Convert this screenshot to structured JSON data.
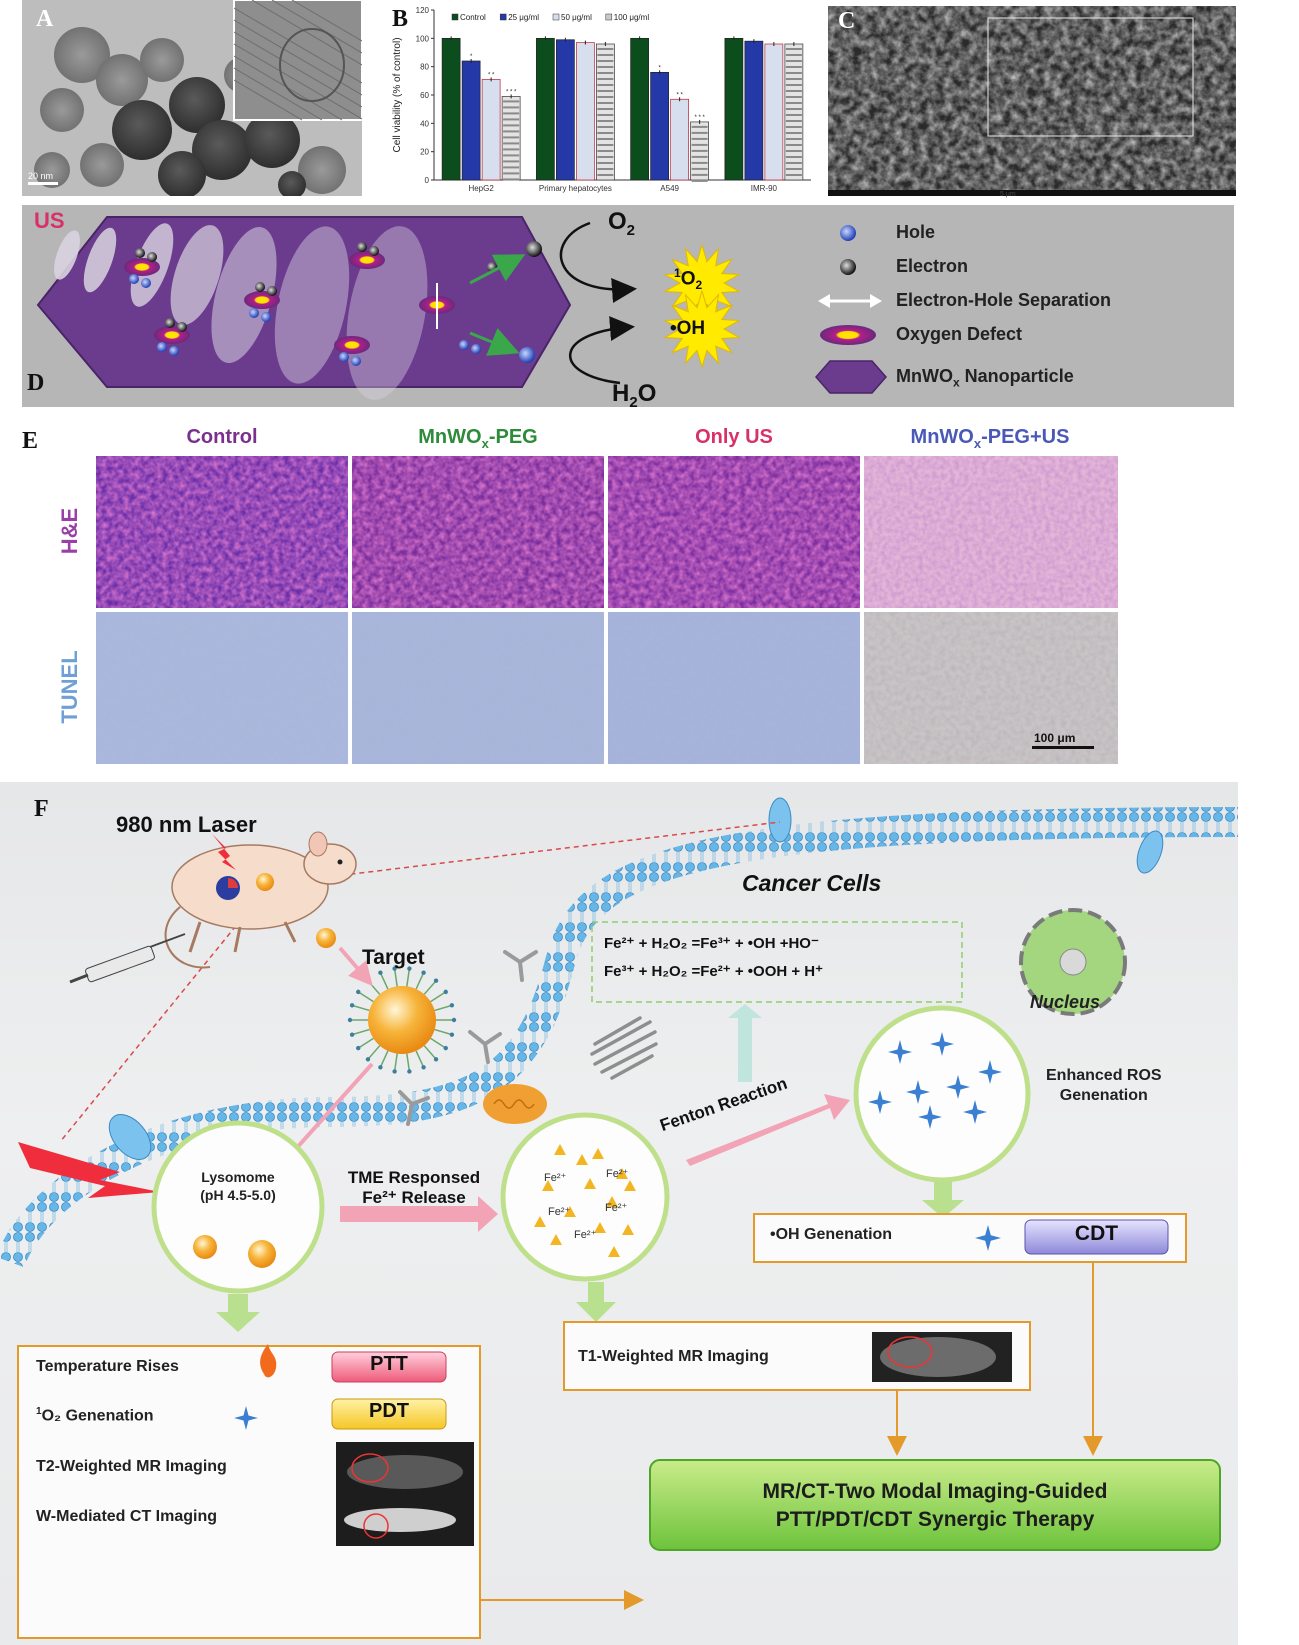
{
  "panel_a": {
    "letter": "A",
    "scale_label": "20 nm"
  },
  "panel_b": {
    "letter": "B"
  },
  "panel_c": {
    "letter": "C",
    "scale_label": "5 μm"
  },
  "chart_data": {
    "type": "bar",
    "ylabel": "Cell viability (% of control)",
    "ylim": [
      0,
      120
    ],
    "yticks": [
      0,
      20,
      40,
      60,
      80,
      100,
      120
    ],
    "categories": [
      "HepG2",
      "Primary hepatocytes",
      "A549",
      "IMR-90"
    ],
    "legend_position": "top",
    "series": [
      {
        "name": "Control",
        "color": "#0b4d1c",
        "values": [
          100,
          100,
          100,
          100
        ]
      },
      {
        "name": "25 μg/ml",
        "color": "#2438a8",
        "values": [
          84,
          99,
          76,
          98
        ]
      },
      {
        "name": "50 μg/ml",
        "color": "#d7deee",
        "values": [
          71,
          97,
          57,
          96
        ]
      },
      {
        "name": "100 μg/ml",
        "color": "#c9c9c9",
        "values": [
          59,
          96,
          41,
          96
        ]
      }
    ],
    "annotations": [
      "*",
      "* *",
      "* * *",
      "*",
      "* *",
      "* * *"
    ]
  },
  "panel_d": {
    "letter": "D",
    "us_label": "US",
    "o2": "O",
    "o2_sub": "2",
    "singlet_pre": "1",
    "singlet": "O",
    "singlet_sub": "2",
    "oh": "•OH",
    "h2o": "H",
    "h2o_sub": "2",
    "h2o_end": "O",
    "legend": {
      "hole": "Hole",
      "electron": "Electron",
      "separation": "Electron-Hole Separation",
      "defect": "Oxygen Defect",
      "nanoparticle": "MnWO",
      "nanoparticle_sub": "x",
      "nanoparticle_end": " Nanoparticle"
    }
  },
  "panel_e": {
    "letter": "E",
    "columns": [
      {
        "label": "Control",
        "sub": "",
        "end": "",
        "color": "#7b2f8e"
      },
      {
        "label": "MnWO",
        "sub": "x",
        "end": "-PEG",
        "color": "#2e8b3a"
      },
      {
        "label": "Only US",
        "sub": "",
        "end": "",
        "color": "#d8316a"
      },
      {
        "label": "MnWO",
        "sub": "x",
        "end": "-PEG+US",
        "color": "#4a58b8"
      }
    ],
    "rows": [
      {
        "label": "H&E",
        "color": "#9a3fa8"
      },
      {
        "label": "TUNEL",
        "color": "#6e9fd6"
      }
    ],
    "scale_label": "100 μm"
  },
  "panel_f": {
    "letter": "F",
    "laser": "980 nm Laser",
    "cancer_cells": "Cancer Cells",
    "target": "Target",
    "nucleus": "Nucleus",
    "eq1": "Fe²⁺ + H₂O₂ =Fe³⁺ + •OH +HO⁻",
    "eq2": "Fe³⁺ + H₂O₂ =Fe²⁺ + •OOH + H⁺",
    "ros_line1": "Enhanced ROS",
    "ros_line2": "Genenation",
    "fenton": "Fenton Reaction",
    "lysosome_line1": "Lysomome",
    "lysosome_line2": "(pH 4.5-5.0)",
    "release_line1": "TME Responsed",
    "release_line2": "Fe²⁺ Release",
    "fe_labels": [
      "Fe²⁺",
      "Fe²⁺",
      "Fe²⁺",
      "Fe²⁺",
      "Fe²⁺"
    ],
    "oh_generation": "•OH Genenation",
    "cdt": "CDT",
    "t1": "T1-Weighted MR Imaging",
    "temp": "Temperature Rises",
    "ptt": "PTT",
    "o2_gen_pre": "1",
    "o2_gen": "O₂ Genenation",
    "pdt": "PDT",
    "t2": "T2-Weighted MR Imaging",
    "ct": "W-Mediated CT Imaging",
    "final_line1": "MR/CT-Two Modal Imaging-Guided",
    "final_line2": "PTT/PDT/CDT Synergic Therapy"
  }
}
